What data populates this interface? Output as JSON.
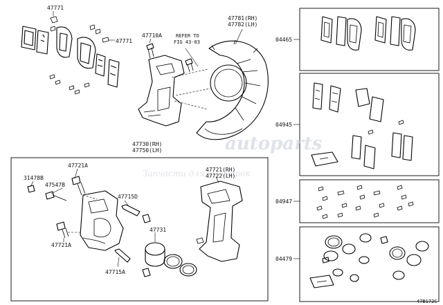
{
  "labels": {
    "p47771a": "47771",
    "p47771b": "47771",
    "p47710a": "47710A",
    "refer1": "REFER TO",
    "refer2": "FIG 43-03",
    "p47781": "47781(RH)",
    "p47782": "47782(LH)",
    "p47730": "47730(RH)",
    "p47750": "47750(LH)",
    "p47721a_top": "47721A",
    "p31478b": "31478B",
    "p47547b": "47547B",
    "p47715d": "47715D",
    "p47721rh": "47721(RH)",
    "p47722lh": "47722(LH)",
    "p47731": "47731",
    "p47721a_bot": "47721A",
    "p47715a": "47715A",
    "k04465": "04465",
    "k04945": "04945",
    "k04947": "04947",
    "k04479": "04479",
    "figure_code": "47B172C"
  },
  "watermark": {
    "logo": "autoparts",
    "caption": "Запчасти для иномарок"
  },
  "colors": {
    "line": "#000000",
    "background": "#ffffff",
    "watermark": "#c6ccd6"
  }
}
